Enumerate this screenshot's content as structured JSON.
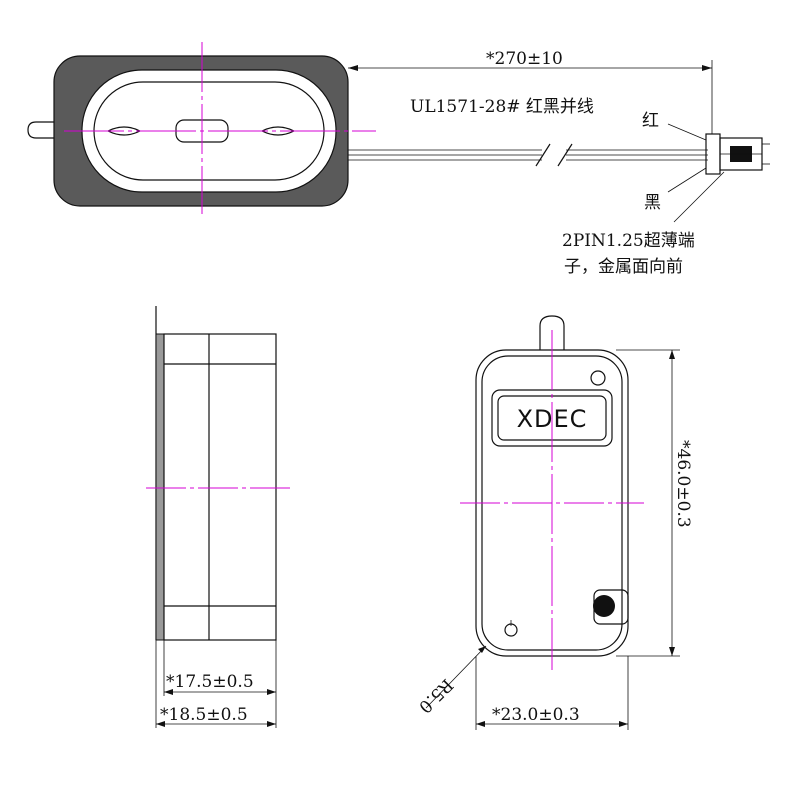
{
  "top_view": {
    "length_dim": "*270±10",
    "cable_spec": "UL1571-28# 红黑并线",
    "red_wire_label": "红",
    "black_wire_label": "黑",
    "connector_note_line1": "2PIN1.25超薄端",
    "connector_note_line2": "子，金属面向前"
  },
  "side_view": {
    "inner_width_dim": "*17.5±0.5",
    "outer_width_dim": "*18.5±0.5"
  },
  "front_view": {
    "logo": "XDEC",
    "height_dim": "*46.0±0.3",
    "width_dim": "*23.0±0.3",
    "radius_dim": "R5.0"
  },
  "colors": {
    "line": "#111111",
    "centerline": "#d400d4",
    "housing_fill": "#5a5a5a"
  }
}
